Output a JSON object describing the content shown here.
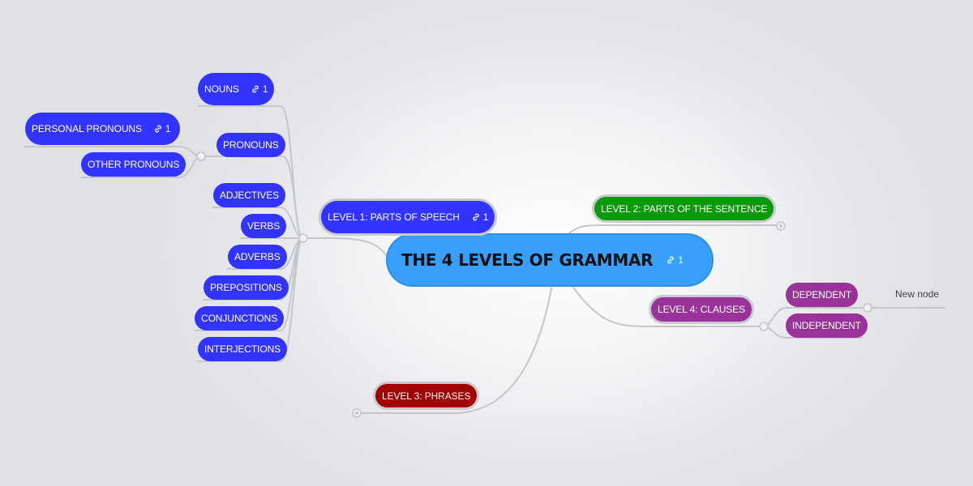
{
  "map": {
    "central": {
      "title": "THE 4 LEVELS OF GRAMMAR",
      "link_count": "1",
      "color": "#38a0fb"
    },
    "level1": {
      "label": "LEVEL 1: PARTS OF SPEECH",
      "link_count": "1",
      "color": "#3333ff",
      "children": [
        {
          "label": "NOUNS",
          "link_count": "1"
        },
        {
          "label": "PRONOUNS",
          "children": [
            {
              "label": "PERSONAL PRONOUNS",
              "link_count": "1"
            },
            {
              "label": "OTHER PRONOUNS"
            }
          ]
        },
        {
          "label": "ADJECTIVES"
        },
        {
          "label": "VERBS"
        },
        {
          "label": "ADVERBS"
        },
        {
          "label": "PREPOSITIONS"
        },
        {
          "label": "CONJUNCTIONS"
        },
        {
          "label": "INTERJECTIONS"
        }
      ]
    },
    "level2": {
      "label": "LEVEL 2: PARTS OF THE SENTENCE",
      "color": "#0a9a0a"
    },
    "level3": {
      "label": "LEVEL 3: PHRASES",
      "color": "#a00000"
    },
    "level4": {
      "label": "LEVEL 4: CLAUSES",
      "color": "#993399",
      "children": [
        {
          "label": "DEPENDENT",
          "children": [
            {
              "label": "New node"
            }
          ]
        },
        {
          "label": "INDEPENDENT"
        }
      ]
    }
  },
  "icons": {
    "link": "link-icon",
    "collapse_handle": "circle-handle"
  }
}
